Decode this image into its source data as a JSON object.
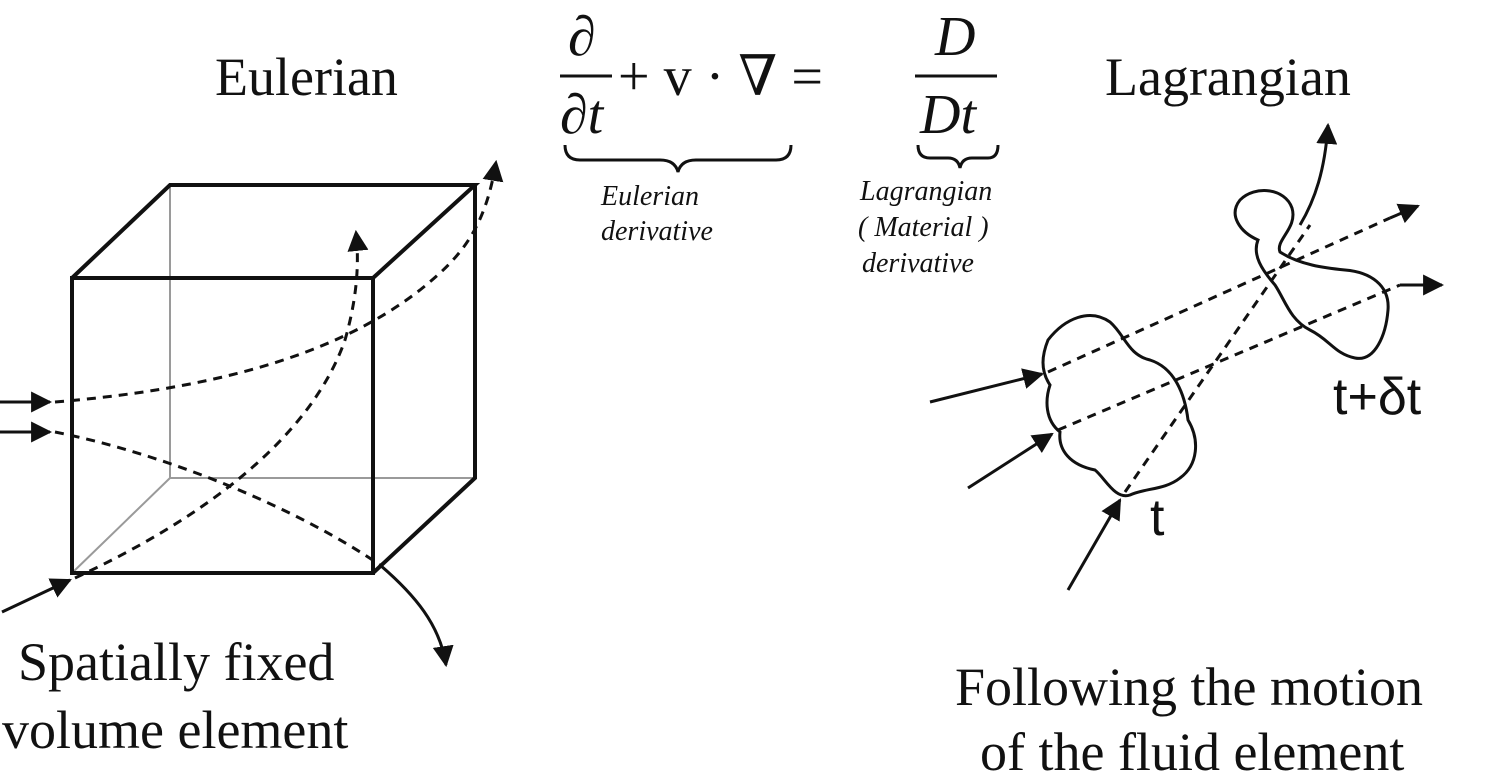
{
  "headings": {
    "eulerian": "Eulerian",
    "lagrangian": "Lagrangian"
  },
  "equation": {
    "partial": "∂",
    "partial_t": "∂t",
    "plus_v_dot_nabla": "+ v · ∇ =",
    "D": "D",
    "Dt": "Dt",
    "eulerian_derivative_line1": "Eulerian",
    "eulerian_derivative_line2": "derivative",
    "lagrangian_derivative_line1": "Lagrangian",
    "lagrangian_derivative_line2": "( Material )",
    "lagrangian_derivative_line3": "derivative"
  },
  "left_caption": {
    "line1": "Spatially fixed",
    "line2": "volume element"
  },
  "right_caption": {
    "line1": "Following the motion",
    "line2": "of the fluid element"
  },
  "time_labels": {
    "t": "t",
    "t_plus_dt": "t+δt"
  },
  "colors": {
    "ink": "#111111",
    "faint_edge": "#9a9a9a"
  }
}
